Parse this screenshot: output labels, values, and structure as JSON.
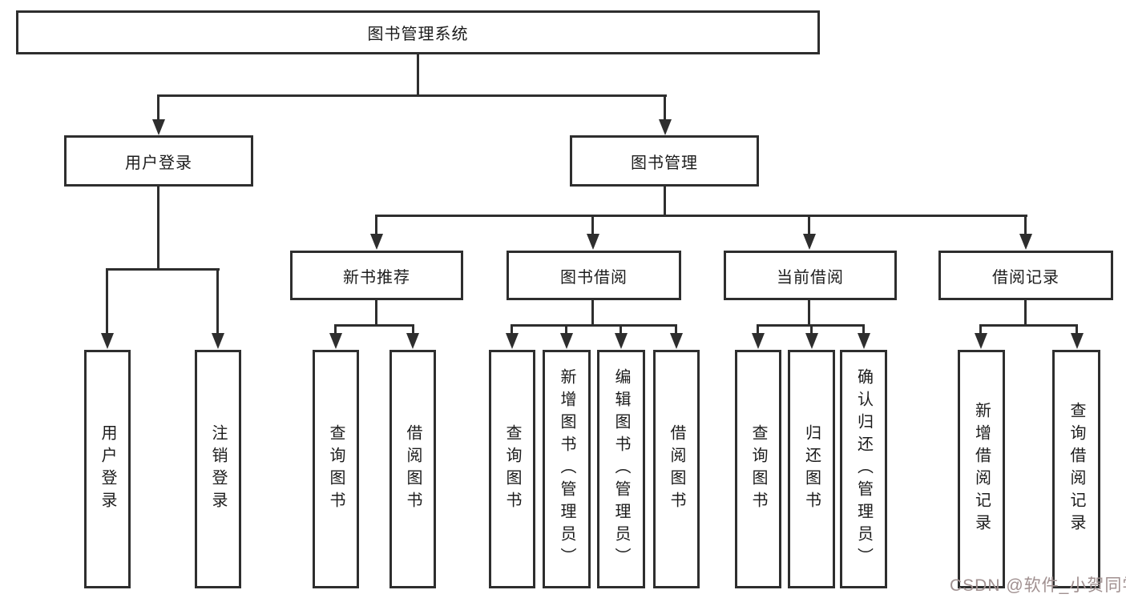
{
  "diagram": {
    "root": {
      "label": "图书管理系统"
    },
    "branches": [
      {
        "label": "用户登录",
        "children": [
          {
            "label": "用户登录"
          },
          {
            "label": "注销登录"
          }
        ]
      },
      {
        "label": "图书管理",
        "children": [
          {
            "label": "新书推荐",
            "children": [
              {
                "label": "查询图书"
              },
              {
                "label": "借阅图书"
              }
            ]
          },
          {
            "label": "图书借阅",
            "children": [
              {
                "label": "查询图书"
              },
              {
                "label": "新增图书（管理员）"
              },
              {
                "label": "编辑图书（管理员）"
              },
              {
                "label": "借阅图书"
              }
            ]
          },
          {
            "label": "当前借阅",
            "children": [
              {
                "label": "查询图书"
              },
              {
                "label": "归还图书"
              },
              {
                "label": "确认归还（管理员）"
              }
            ]
          },
          {
            "label": "借阅记录",
            "children": [
              {
                "label": "新增借阅记录"
              },
              {
                "label": "查询借阅记录"
              }
            ]
          }
        ]
      }
    ],
    "watermark": "CSDN @软件_小贺同学"
  },
  "colors": {
    "line": "#2e2e2e",
    "text": "#1c1c1c",
    "background": "#ffffff",
    "watermark": "#a09090"
  }
}
